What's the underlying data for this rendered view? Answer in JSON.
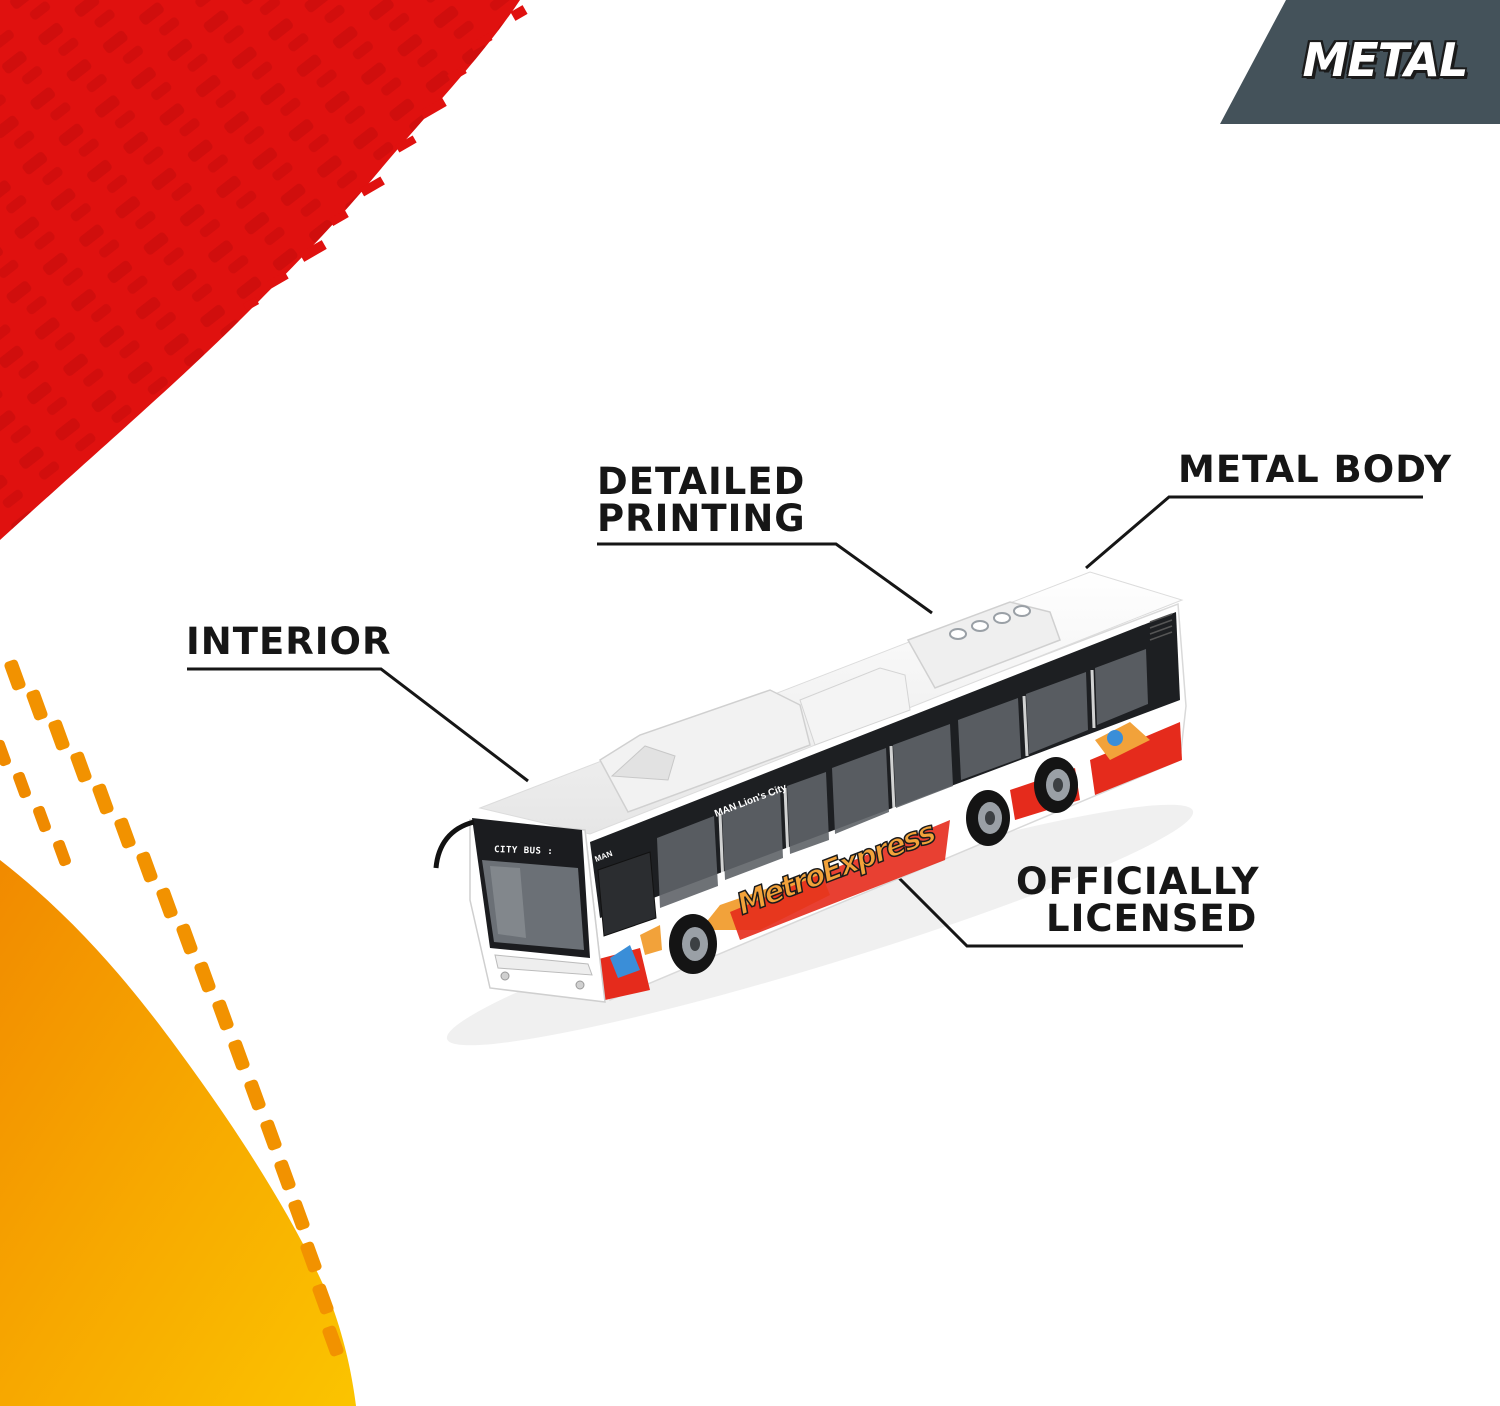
{
  "badge": {
    "label": "METAL",
    "color": "#44525a"
  },
  "callouts": {
    "interior": "INTERIOR",
    "printing_line1": "DETAILED",
    "printing_line2": "PRINTING",
    "metal_body": "METAL BODY",
    "licensed_line1": "OFFICIALLY",
    "licensed_line2": "LICENSED"
  },
  "bus": {
    "destination_sign": "CITY BUS :",
    "model": "MAN Lion's City",
    "brand": "MAN",
    "graffiti": "MetroExpress"
  },
  "colors": {
    "red_band": "#e0110f",
    "yellow_band": "#f6a400",
    "text": "#161616"
  }
}
